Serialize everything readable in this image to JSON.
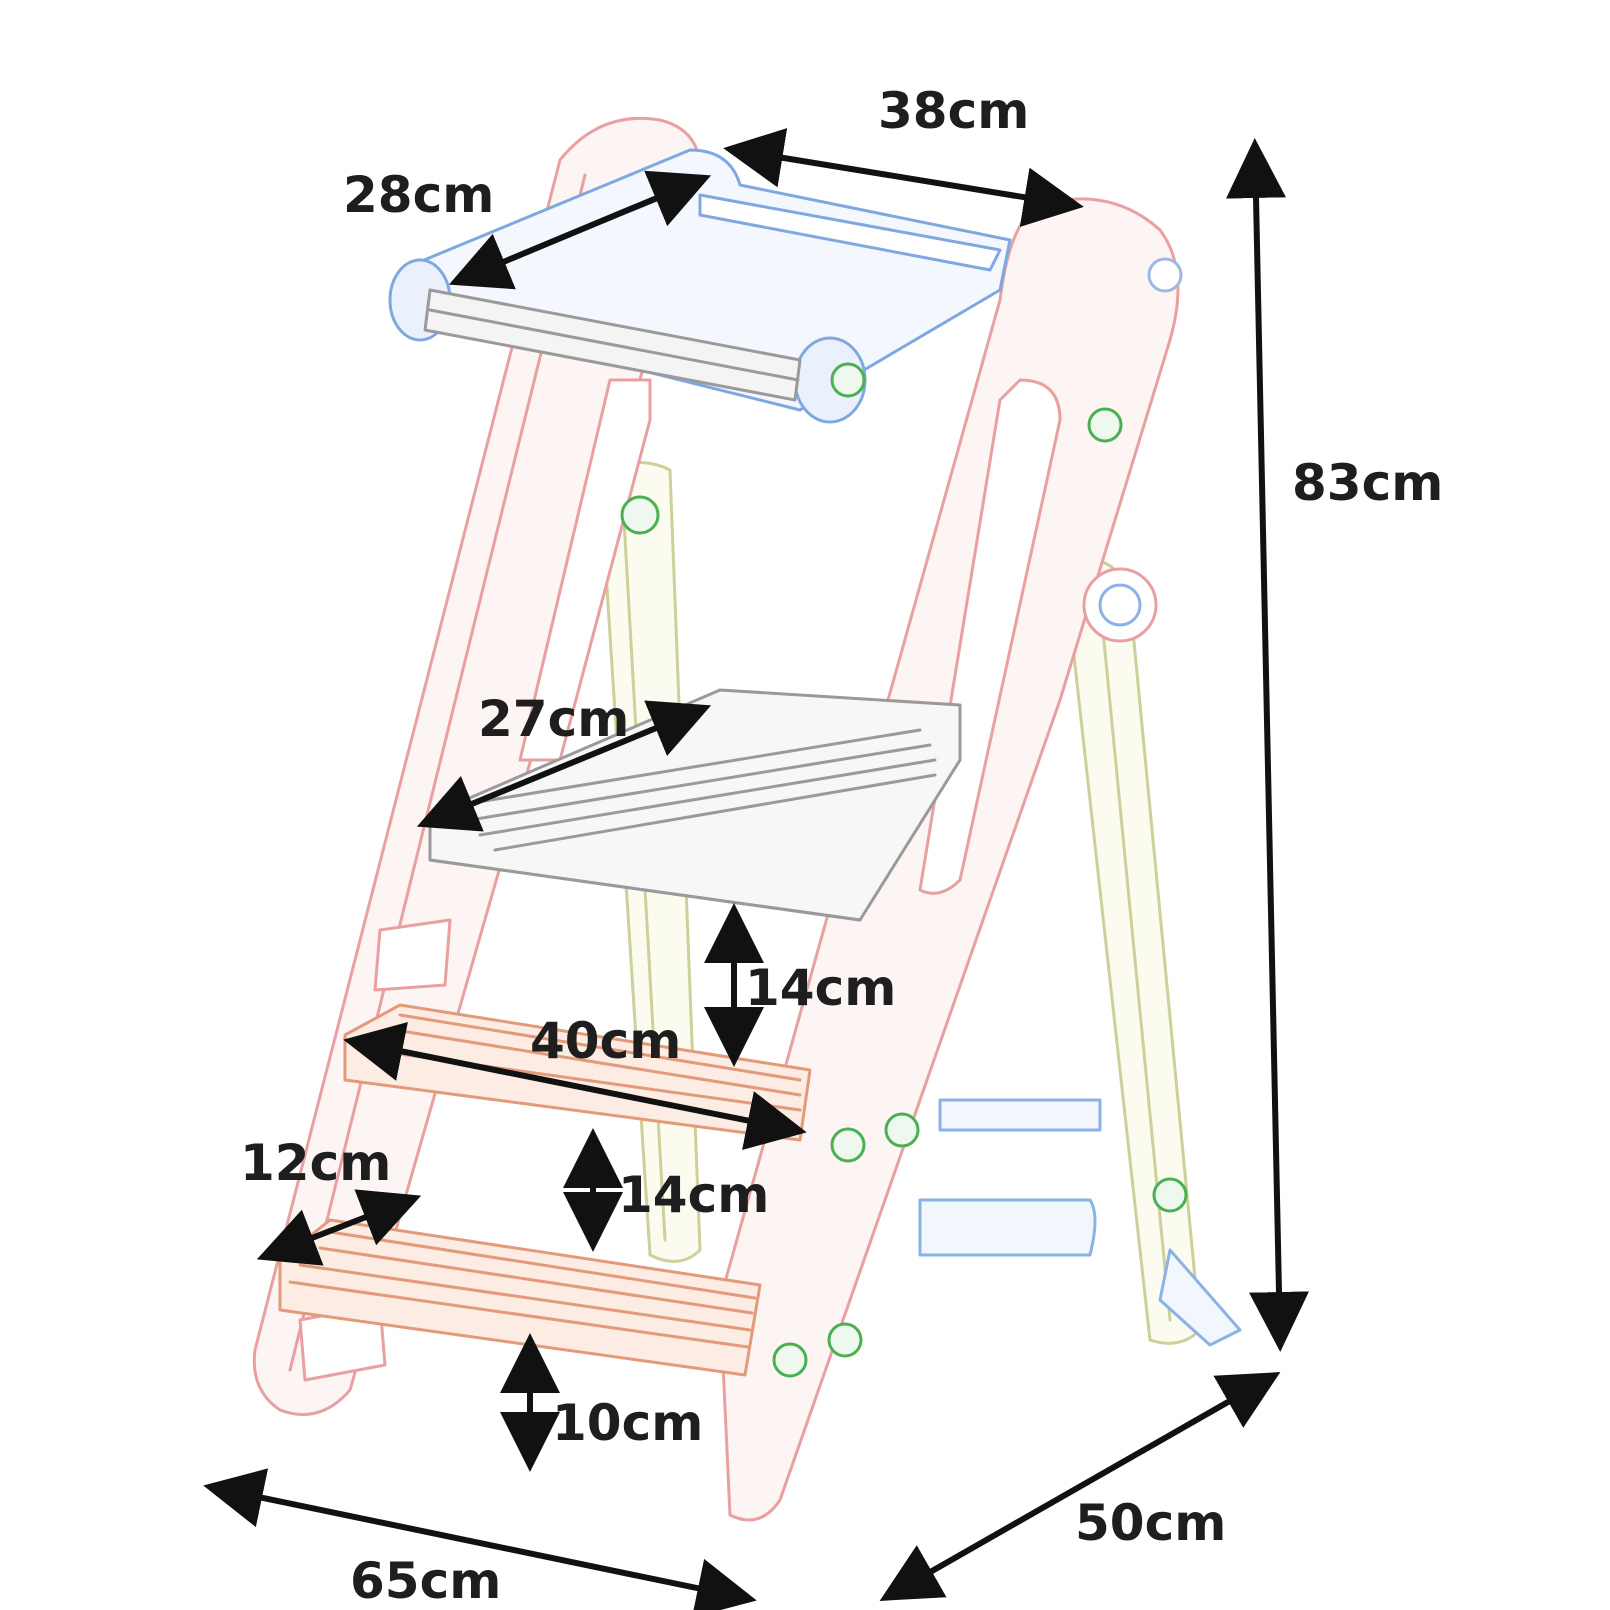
{
  "dimensions": {
    "top_rail_width": "38cm",
    "top_rail_depth": "28cm",
    "total_height": "83cm",
    "platform_depth": "27cm",
    "step_gap_upper": "14cm",
    "lower_step_width": "40cm",
    "step_depth": "12cm",
    "step_gap_lower": "14cm",
    "ground_clearance": "10cm",
    "base_width": "65cm",
    "base_depth": "50cm"
  },
  "colors": {
    "frame": "#e8a0a0",
    "rail": "#7fa8e0",
    "leg": "#cfcf9a",
    "step": "#e39a7a",
    "platform": "#9a9a9a",
    "screw": "#4caf50",
    "arrow": "#111111",
    "label": "#1e1e1e"
  }
}
